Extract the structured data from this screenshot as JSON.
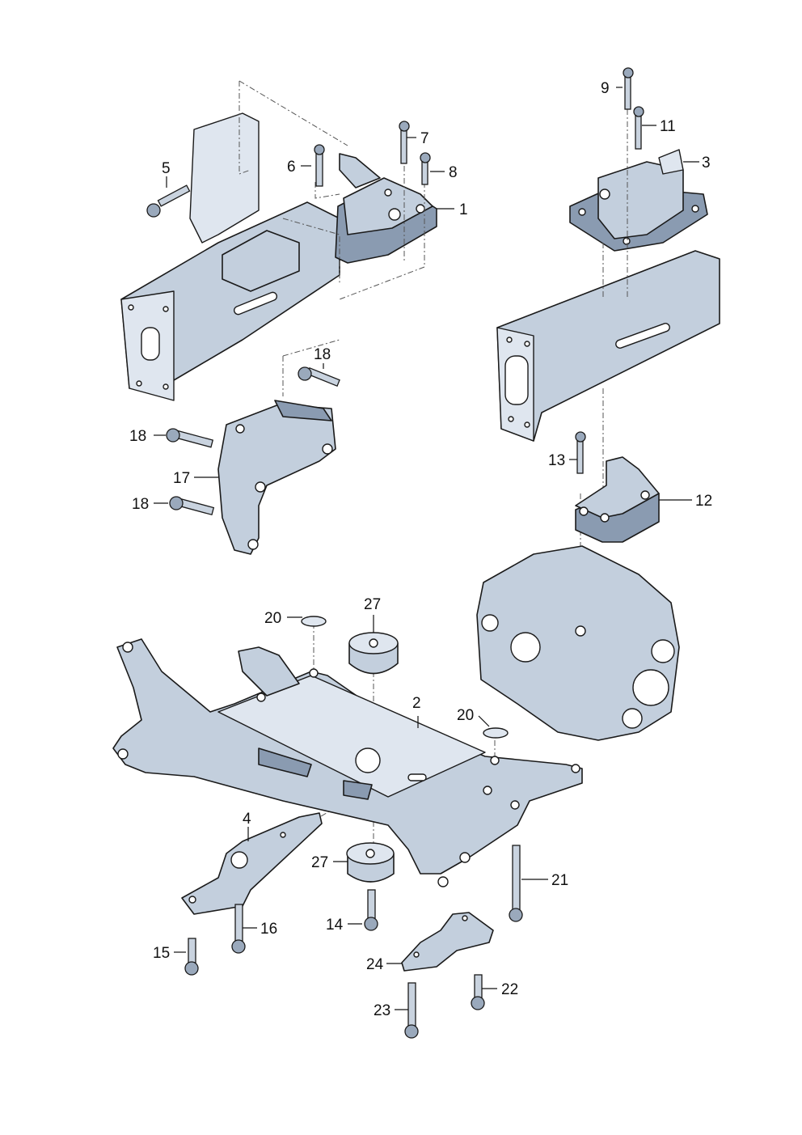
{
  "callouts": {
    "c1": "1",
    "c2": "2",
    "c3": "3",
    "c4": "4",
    "c5": "5",
    "c6": "6",
    "c7": "7",
    "c8": "8",
    "c9": "9",
    "c11": "11",
    "c12": "12",
    "c13": "13",
    "c14": "14",
    "c15": "15",
    "c16": "16",
    "c17": "17",
    "c18a": "18",
    "c18b": "18",
    "c18c": "18",
    "c20a": "20",
    "c20b": "20",
    "c21": "21",
    "c22": "22",
    "c23": "23",
    "c24": "24",
    "c27a": "27",
    "c27b": "27"
  },
  "colors": {
    "part_fill": "#c3cfdd",
    "part_shadow": "#8a9bb1",
    "outline": "#1a1a1a"
  }
}
